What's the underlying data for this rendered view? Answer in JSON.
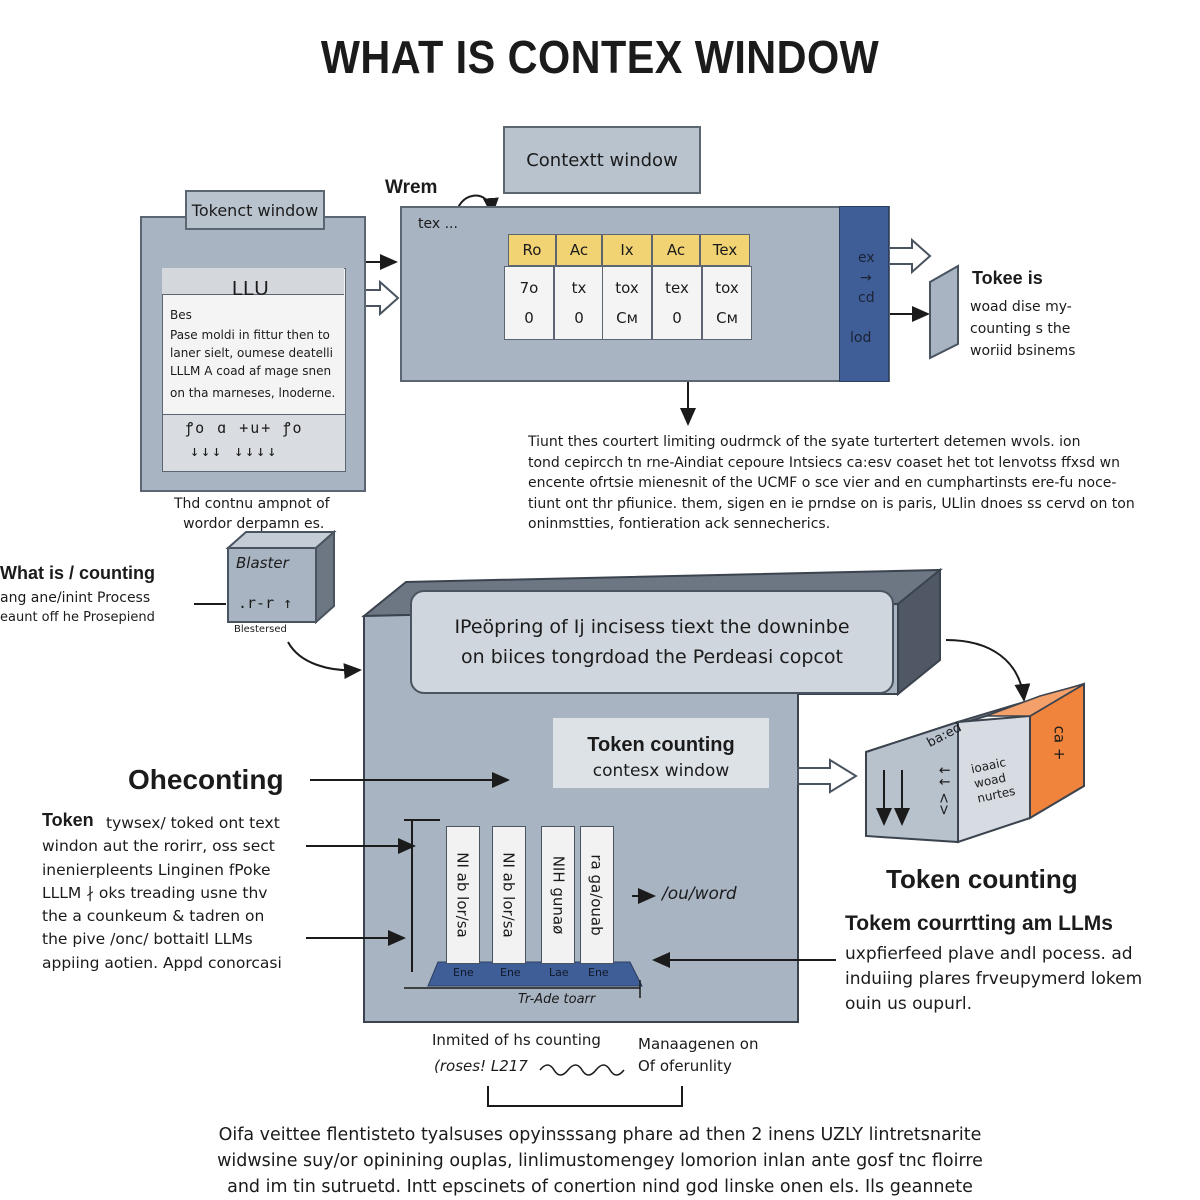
{
  "title": "WHAT IS CONTEX WINDOW",
  "token_window": {
    "label": "Tokenct window",
    "inner_header": "LLU",
    "lines": [
      "Bes",
      "Pase moldi in fittur then to",
      "laner sielt, oumese deatelli",
      "LLLM A coad af mage snen",
      "on tha marneses, lnoderne."
    ],
    "foot_symbols": [
      "ꝭo  ɑ  +u+  ꝭo",
      "↓↓↓    ↓↓↓↓"
    ],
    "caption": [
      "Thd contnu ampnot of",
      "wordor derpamn es."
    ]
  },
  "context_window": {
    "label": "Contextt window",
    "wrem": "Wrem",
    "tex": "tex ...",
    "headers": [
      "Ro",
      "Ac",
      "Ix",
      "Ac",
      "Tex"
    ],
    "row1": [
      "7o",
      "tx",
      "tox",
      "tex",
      "tox"
    ],
    "row2": [
      "0",
      "0",
      "Cм",
      "0",
      "Cм"
    ],
    "side_top": "ex",
    "side_arrow": "→",
    "side_mid": "cd",
    "side_bottom": "lod"
  },
  "tokee": {
    "title": "Tokee is",
    "lines": [
      "woad dise my-",
      "counting s the",
      "woriid bsinems"
    ]
  },
  "description": [
    "Tiunt thes courtert limiting oudrmck of the syate turtertert detemen wvols. ion",
    "tond cepircch tn rne-Aindiat cepoure Intsiecs ca:esv coaset het tot lenvotss ffxsd wn",
    "encente ofrtsie mienesnit of the UCMF o sce vier and en cumphartinsts ere-fu noce-",
    "tiunt ont thr pfiunice. them, sigen en ie prndse on is paris, ULlin dnoes ss cervd on ton",
    "oninmstties, fontieration ack sennecherics."
  ],
  "what_is": {
    "title": "What is / counting",
    "lines": [
      "ang ane/inint Process",
      "eaunt off he Prosepiend"
    ]
  },
  "blaster": {
    "label": "Blaster",
    "row": ".r-r  ↑",
    "caption": "Blestersed"
  },
  "banner": [
    "IPeöpring of Ij incisess tiext the downinbe",
    "on biices tongrdoad the Perdeasi copcot"
  ],
  "token_counting_box": {
    "title": "Token counting",
    "subtitle": "contesx window"
  },
  "oheconting": {
    "title": "Oheconting",
    "lead": "Token",
    "lines": [
      "tywsex/ toked ont text",
      "windon aut the rorirr, oss sect",
      "inenierpleents Linginen fPoke",
      "LLLM  ∤ oks treading usne thv",
      "the a counkeum & tadren on",
      "the pive /onc/ bottaitl LLMs",
      "appiing aotien. Appd conorcasi"
    ]
  },
  "bars": [
    "NI ab lor/sa",
    "NI ab lor/sa",
    "NIH gunaø",
    "ra ga/ouab"
  ],
  "bar_foot": [
    "Ene",
    "Ene",
    "Lae",
    "Ene"
  ],
  "axis_label": "Tr-Ade toarr",
  "slash_word": "/ou/word",
  "cube": {
    "front": "ba:ed",
    "side_lines": [
      "ioaaic",
      "woad",
      "nurtes"
    ],
    "orange": "ca +",
    "front_symbols": "↓↓ <>"
  },
  "token_counting_right": {
    "title": "Token counting",
    "subtitle": "Tokem courrtting am LLMs",
    "lines": [
      "uxpfierfeed plave andl pocess. ad",
      "induiing plares frveupymerd lokem",
      "ouin us oupurl."
    ]
  },
  "inmited": {
    "line1": "Inmited of hs counting",
    "line2": "(roses! L217"
  },
  "manaagenen": {
    "line1": "Manaagenen on",
    "line2": "Of oferunlity"
  },
  "footer": [
    "Oifa veittee flentisteto tyalsuses opyinsssang phare ad then 2 inens UZLY lintretsnarite",
    "widwsine suy/or opinining ouplas, linlimustomengey lomorion inlan ante gosf tnc floirre",
    "and im tin sutruetd. Intt epscinets of conertion nind god linske onen els. Ils geannete"
  ],
  "colors": {
    "panel": "#a8b4c2",
    "header_yellow": "#f2d373",
    "accent_red": "#d7261e",
    "accent_blue": "#3f5e98",
    "accent_orange": "#f0843c"
  }
}
